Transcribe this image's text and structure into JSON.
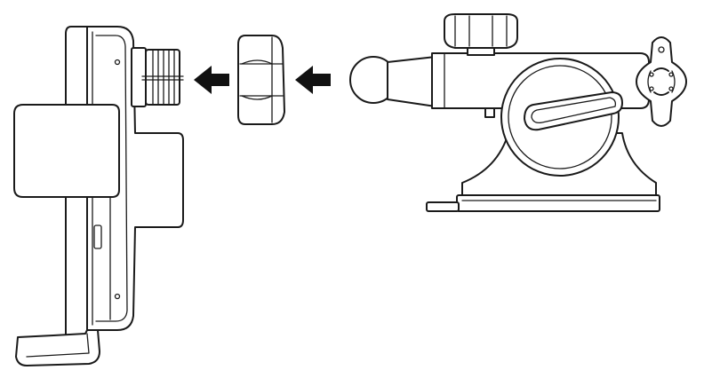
{
  "figure": {
    "parts": [
      {
        "id": "phone-holder",
        "icon": "phone-holder-side-view"
      },
      {
        "id": "lock-nut",
        "icon": "hex-nut"
      },
      {
        "id": "suction-mount",
        "icon": "suction-cup-ball-mount"
      }
    ],
    "arrows": [
      {
        "id": "arrow-holder-to-nut",
        "direction": "left",
        "color": "#111111"
      },
      {
        "id": "arrow-nut-to-mount",
        "direction": "left",
        "color": "#111111"
      }
    ],
    "colors": {
      "line": "#1a1a1a",
      "background": "#ffffff"
    }
  }
}
